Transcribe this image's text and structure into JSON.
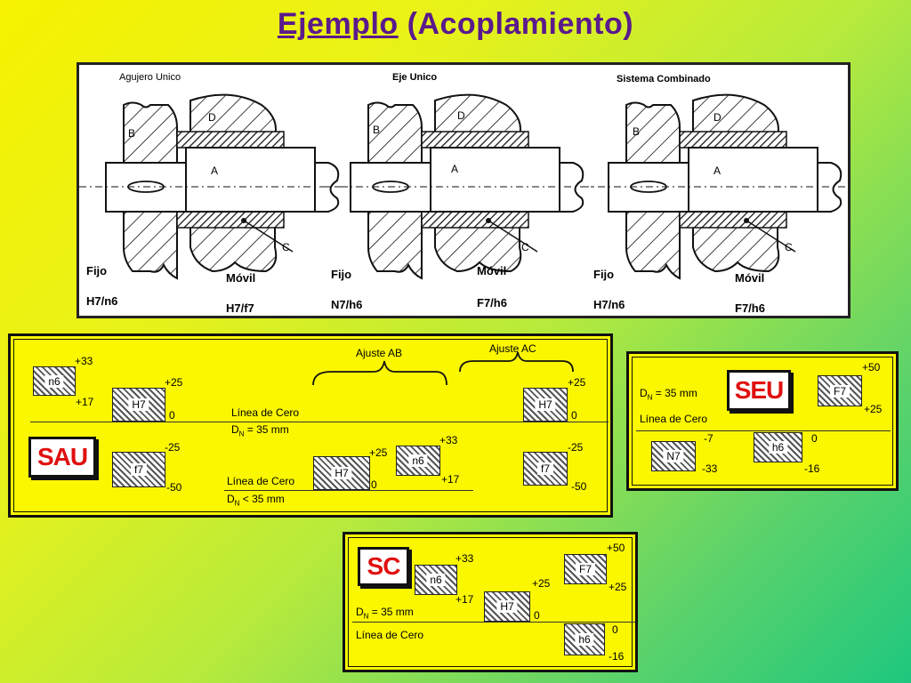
{
  "title": {
    "underlined": "Ejemplo",
    "rest": " (Acoplamiento)"
  },
  "top": {
    "systems": [
      {
        "name": "Agujero Unico",
        "B": "B",
        "D": "D",
        "A": "A",
        "C": "C",
        "fijo": "Fijo",
        "fijo_fit": "H7/n6",
        "movil": "Móvil",
        "movil_fit": "H7/f7"
      },
      {
        "name": "Eje Unico",
        "B": "B",
        "D": "D",
        "A": "A",
        "C": "C",
        "fijo": "Fijo",
        "fijo_fit": "N7/h6",
        "movil": "Móvil",
        "movil_fit": "F7/h6"
      },
      {
        "name": "Sistema Combinado",
        "B": "B",
        "D": "D",
        "A": "A",
        "C": "C",
        "fijo": "Fijo",
        "fijo_fit": "H7/n6",
        "movil": "Móvil",
        "movil_fit": "F7/h6"
      }
    ]
  },
  "sau": {
    "badge": "SAU",
    "ajuste_ab": "Ajuste AB",
    "ajuste_ac": "Ajuste AC",
    "n6a": {
      "tag": "n6",
      "top": "+33",
      "bot": "+17"
    },
    "h7a": {
      "tag": "H7",
      "top": "+25",
      "bot": "0"
    },
    "f7a": {
      "tag": "f7",
      "top": "-25",
      "bot": "-50"
    },
    "linea1": "Línea de Cero",
    "dn1": "D",
    "dn1_sub": "N",
    "dn1_rest": " = 35 mm",
    "h7b": {
      "tag": "H7",
      "top": "+25",
      "bot": "0"
    },
    "n6b": {
      "tag": "n6",
      "top": "+33",
      "bot": "+17"
    },
    "linea2": "Línea de Cero",
    "dn2": "D",
    "dn2_sub": "N",
    "dn2_rest": " < 35 mm",
    "h7c": {
      "tag": "H7",
      "top": "+25",
      "bot": "0"
    },
    "f7c": {
      "tag": "f7",
      "top": "-25",
      "bot": "-50"
    }
  },
  "seu": {
    "badge": "SEU",
    "dn": "D",
    "dn_sub": "N",
    "dn_rest": " = 35 mm",
    "linea": "Línea de Cero",
    "f7": {
      "tag": "F7",
      "top": "+50",
      "bot": "+25"
    },
    "n7": {
      "tag": "N7",
      "top": "-7",
      "bot": "-33"
    },
    "h6": {
      "tag": "h6",
      "top": "0",
      "bot": "-16"
    }
  },
  "sc": {
    "badge": "SC",
    "dn": "D",
    "dn_sub": "N",
    "dn_rest": " = 35 mm",
    "linea": "Línea de Cero",
    "n6": {
      "tag": "n6",
      "top": "+33",
      "bot": "+17"
    },
    "h7": {
      "tag": "H7",
      "top": "+25",
      "bot": "0"
    },
    "f7": {
      "tag": "F7",
      "top": "+50",
      "bot": "+25"
    },
    "h6": {
      "tag": "h6",
      "top": "0",
      "bot": "-16"
    }
  }
}
